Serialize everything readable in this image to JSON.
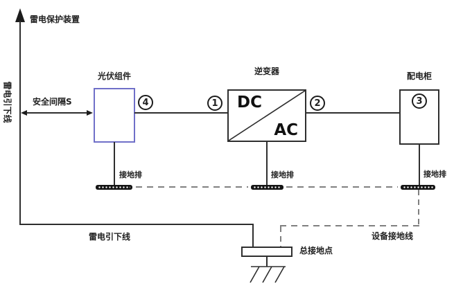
{
  "diagram": {
    "type": "pv-system-lightning-grounding-schematic",
    "labels": {
      "lightning_protection_device": "雷电保护装置",
      "lightning_down_conductor_vertical": "雷电引下线",
      "lightning_down_conductor_bottom": "雷电引下线",
      "safety_gap": "安全间隔S",
      "pv_module": "光伏组件",
      "inverter": "逆变器",
      "dc": "DC",
      "ac": "AC",
      "distribution_cabinet": "配电柜",
      "ground_busbar": "接地排",
      "equipment_ground_wire": "设备接地线",
      "main_ground_point": "总接地点"
    },
    "markers": {
      "pv_output": "4",
      "inverter_input": "1",
      "inverter_output": "2",
      "cabinet": "3"
    },
    "colors": {
      "line": "#2e2e2e",
      "dashed_line": "#7f7f7f",
      "pv_box_border": "#6f6fc8",
      "background": "#ffffff"
    }
  }
}
